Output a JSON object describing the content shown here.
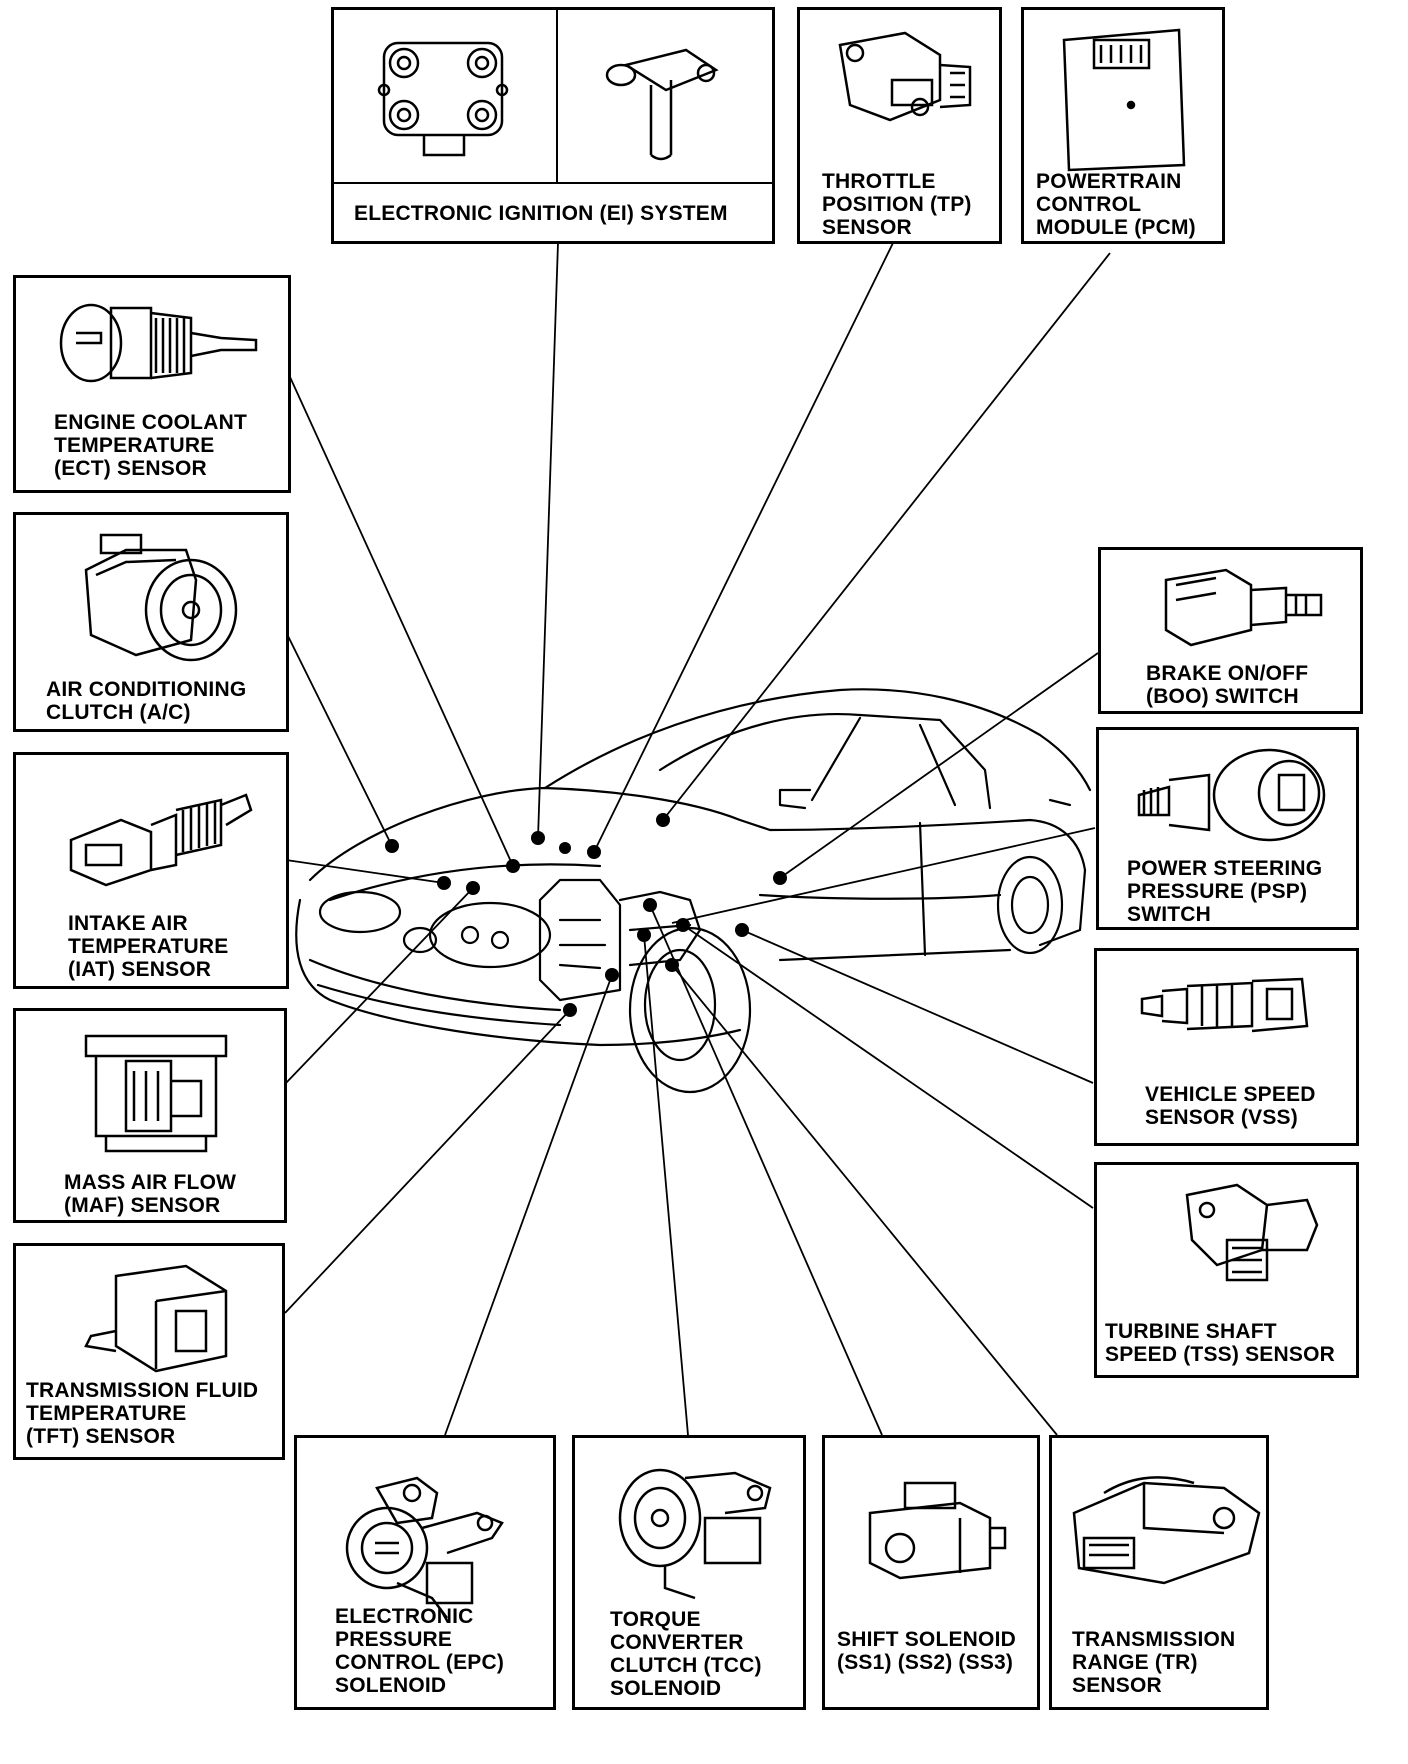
{
  "components": {
    "ei": "ELECTRONIC IGNITION (EI) SYSTEM",
    "tp": "THROTTLE\nPOSITION (TP)\nSENSOR",
    "pcm": "POWERTRAIN\nCONTROL\nMODULE (PCM)",
    "ect": "ENGINE COOLANT\nTEMPERATURE\n(ECT) SENSOR",
    "ac": "AIR CONDITIONING\nCLUTCH (A/C)",
    "iat": "INTAKE AIR\nTEMPERATURE\n(IAT) SENSOR",
    "maf": "MASS AIR FLOW\n(MAF) SENSOR",
    "tft": "TRANSMISSION FLUID\nTEMPERATURE\n(TFT) SENSOR",
    "boo": "BRAKE ON/OFF\n(BOO) SWITCH",
    "psp": "POWER STEERING\nPRESSURE (PSP)\nSWITCH",
    "vss": "VEHICLE SPEED\nSENSOR (VSS)",
    "tss": "TURBINE SHAFT\nSPEED (TSS) SENSOR",
    "epc": "ELECTRONIC\nPRESSURE\nCONTROL (EPC)\nSOLENOID",
    "tcc": "TORQUE\nCONVERTER\nCLUTCH (TCC)\nSOLENOID",
    "ss": "SHIFT SOLENOID\n(SS1) (SS2) (SS3)",
    "tr": "TRANSMISSION\nRANGE (TR)\nSENSOR"
  }
}
